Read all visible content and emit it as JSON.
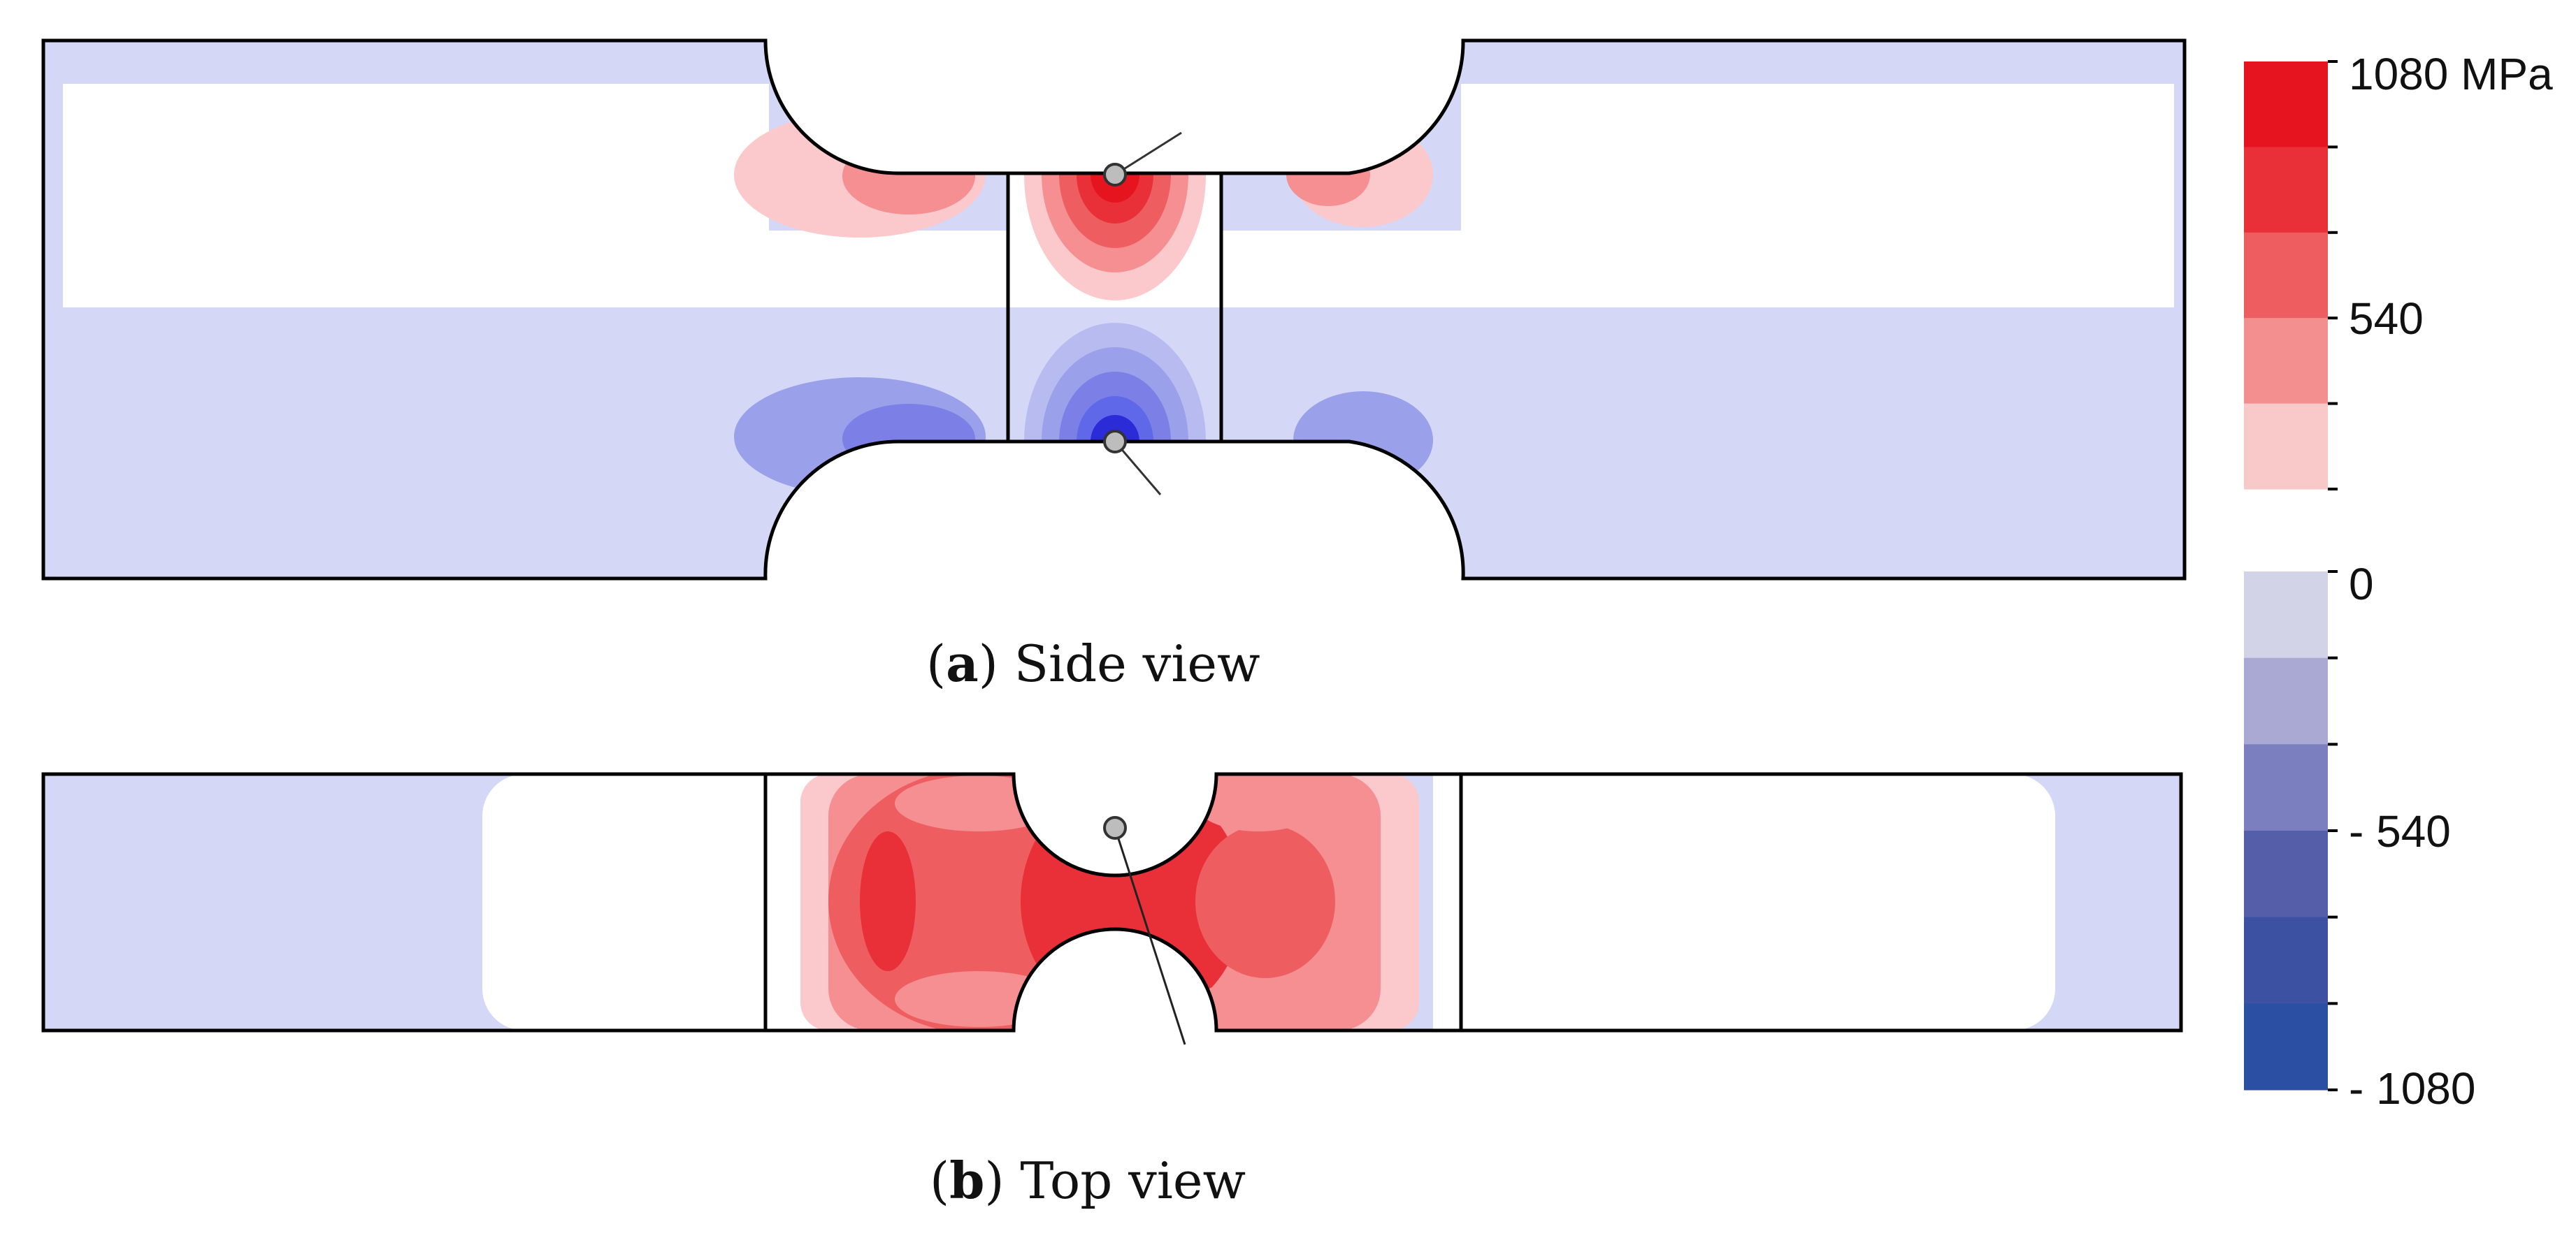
{
  "captions": {
    "a_letter": "a",
    "a_text": ") Side view",
    "b_letter": "b",
    "b_text": ") Top view",
    "open_paren": "("
  },
  "legend": {
    "labels": [
      "1080 MPa",
      "540",
      "0",
      "- 540",
      "- 1080"
    ],
    "positive_colors": [
      "#e5141f",
      "#e93038",
      "#ee5e61",
      "#f48f90",
      "#f9c9c9"
    ],
    "negative_colors": [
      "#d3d3e8",
      "#a9a9d4",
      "#7b7fbf",
      "#555fa9",
      "#3c51a1",
      "#2a4fa3"
    ]
  },
  "colors": {
    "outline": "#000000",
    "light_blue": "#d5d7f7",
    "light_red": "#fbc9cb",
    "mid_red": "#f58f92",
    "red": "#ee5e61",
    "strong_red": "#e93038",
    "max_red": "#e5141f",
    "mid_blue": "#9aa0ea",
    "strong_blue": "#5f68e8",
    "max_blue": "#2c2bd8",
    "gauge_fill": "#bdbdbd"
  }
}
